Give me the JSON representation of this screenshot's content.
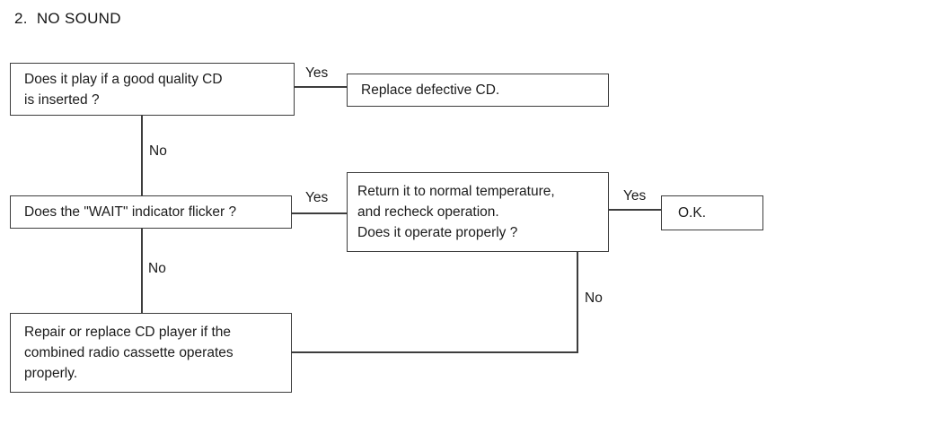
{
  "title": "2.  NO SOUND",
  "flowchart": {
    "nodes": {
      "q_good_cd": {
        "text": "Does it play if a good quality CD\nis inserted ?"
      },
      "replace_cd": {
        "text": "Replace defective CD."
      },
      "q_wait": {
        "text": "Does the \"WAIT\" indicator flicker ?"
      },
      "recheck_temp": {
        "text": "Return it to normal temperature,\nand recheck operation.\nDoes it operate properly ?"
      },
      "ok": {
        "text": "O.K."
      },
      "repair_player": {
        "text": "Repair or replace CD player if the\ncombined radio cassette operates\nproperly."
      }
    },
    "edge_labels": {
      "yes_good_cd": "Yes",
      "no_good_cd": "No",
      "yes_wait": "Yes",
      "yes_recheck": "Yes",
      "no_wait": "No",
      "no_recheck": "No"
    },
    "colors": {
      "line": "#3d3d3d",
      "text": "#1b1b1b",
      "background": "#ffffff"
    }
  }
}
